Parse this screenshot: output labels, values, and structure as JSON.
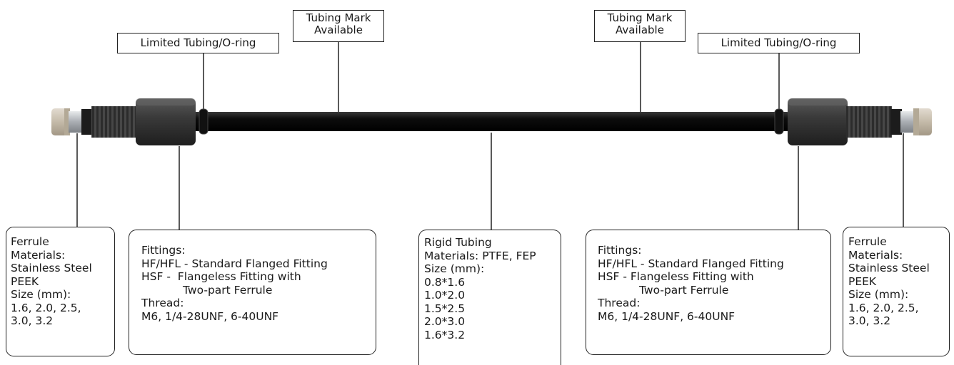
{
  "callouts": {
    "limited_left": "Limited Tubing/O-ring",
    "mark_left": [
      "Tubing Mark",
      "Available"
    ],
    "mark_right": [
      "Tubing Mark",
      "Available"
    ],
    "limited_right": "Limited Tubing/O-ring"
  },
  "ferrule_left": {
    "lines": [
      "Ferrule",
      "Materials:",
      "Stainless Steel",
      "PEEK",
      "Size (mm):",
      "1.6, 2.0, 2.5,",
      "3.0, 3.2"
    ]
  },
  "fittings_left": {
    "title": "Fittings:",
    "hf": "HF/HFL - Standard Flanged Fitting",
    "hsf": "HSF -  Flangeless Fitting with",
    "hsf_cont": "Two-part Ferrule",
    "thread_title": "Thread:",
    "threads": "M6, 1/4-28UNF, 6-40UNF"
  },
  "tubing": {
    "lines": [
      "Rigid Tubing",
      "Materials: PTFE, FEP",
      "Size (mm):",
      "0.8*1.6",
      "1.0*2.0",
      "1.5*2.5",
      "2.0*3.0",
      "1.6*3.2"
    ]
  },
  "fittings_right": {
    "title": "Fittings:",
    "hf": "HF/HFL - Standard Flanged Fitting",
    "hsf": "HSF - Flangeless Fitting with",
    "hsf_cont": "Two-part Ferrule",
    "thread_title": "Thread:",
    "threads": "M6, 1/4-28UNF, 6-40UNF"
  },
  "ferrule_right": {
    "lines": [
      "Ferrule",
      "Materials:",
      "Stainless Steel",
      "PEEK",
      "Size (mm):",
      "1.6, 2.0, 2.5,",
      "3.0, 3.2"
    ]
  },
  "colors": {
    "tube": "#0d0d0d",
    "nut": "#3a3a3a",
    "ferrule_tip": "#cfc6b8",
    "steel": "#c9ccd0",
    "line": "#222222"
  }
}
